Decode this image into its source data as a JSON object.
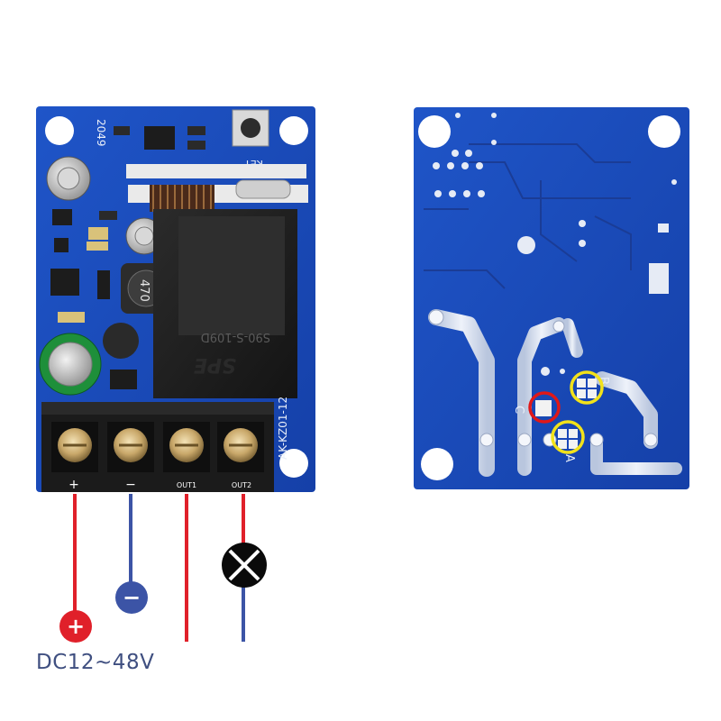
{
  "supply": {
    "label": "DC12~48V"
  },
  "terminals": {
    "plus": "+",
    "minus": "−",
    "out1": "OUT1",
    "out2": "OUT2"
  },
  "board_front": {
    "button_label": "KEY",
    "serial": "2049",
    "model": "AK-KZ01-12",
    "relay_brand": "SPE",
    "relay_model": "S90-S-109D",
    "inductor_value": "470"
  },
  "board_back": {
    "pad_labels": [
      "B",
      "C",
      "A"
    ]
  },
  "markers": {
    "positive_symbol": "+",
    "negative_symbol": "−"
  },
  "colors": {
    "pcb_blue": "#1a47b8",
    "positive_wire": "#e0202a",
    "negative_wire": "#3c54a6",
    "highlight_red": "#e01818",
    "highlight_yellow": "#f2e21a"
  }
}
